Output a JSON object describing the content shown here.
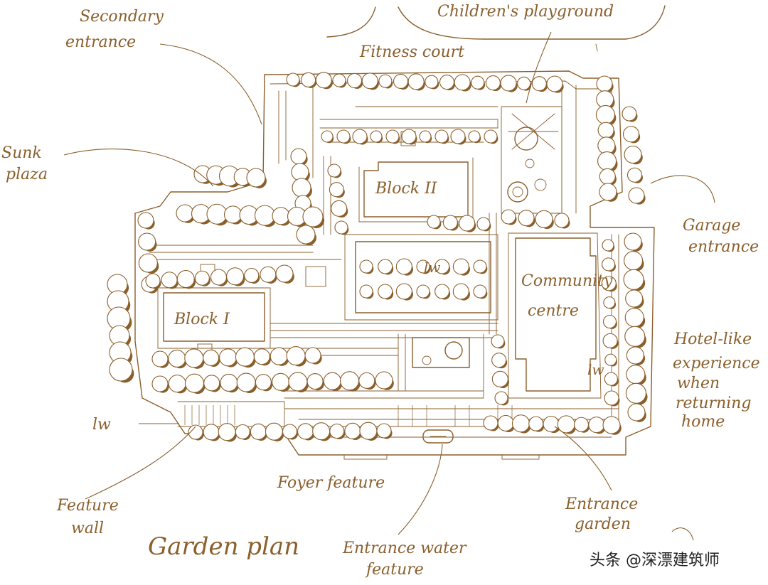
{
  "labels": {
    "secondary_entrance_1": "Secondary",
    "secondary_entrance_2": "entrance",
    "childrens_playground": "Children's playground",
    "fitness_court": "Fitness court",
    "sunk_plaza_1": "Sunk",
    "sunk_plaza_2": "plaza",
    "garage_entrance_1": "Garage",
    "garage_entrance_2": "entrance",
    "block_2": "Block II",
    "community_centre_1": "Community",
    "community_centre_2": "centre",
    "block_1": "Block I",
    "hotel_1": "Hotel-like",
    "hotel_2": "experience",
    "hotel_3": "when",
    "hotel_4": "returning",
    "hotel_5": "home",
    "lw": "lw",
    "foyer_feature": "Foyer feature",
    "feature_wall_1": "Feature",
    "feature_wall_2": "wall",
    "entrance_garden_1": "Entrance",
    "entrance_garden_2": "garden",
    "entrance_water_1": "Entrance water",
    "entrance_water_2": "feature",
    "title": "Garden plan"
  },
  "watermark": "头条 @深漂建筑师",
  "colors": {
    "ink": "#8a5f2c",
    "background": "#ffffff"
  }
}
